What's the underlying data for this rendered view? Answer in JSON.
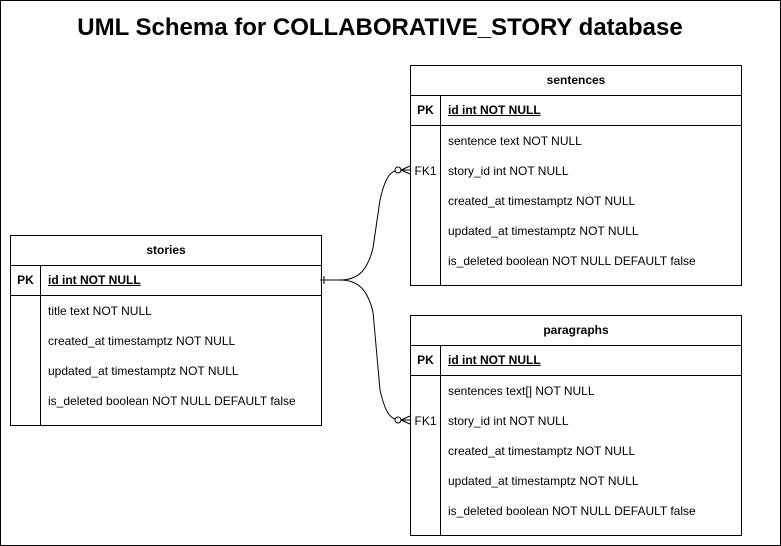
{
  "title": "UML Schema for COLLABORATIVE_STORY database",
  "entities": {
    "stories": {
      "name": "stories",
      "pk_label": "PK",
      "pk_field": "id int NOT NULL",
      "fields": [
        {
          "key": "",
          "text": "title text NOT NULL"
        },
        {
          "key": "",
          "text": "created_at timestamptz NOT NULL"
        },
        {
          "key": "",
          "text": "updated_at timestamptz NOT NULL"
        },
        {
          "key": "",
          "text": "is_deleted boolean NOT NULL DEFAULT false"
        }
      ]
    },
    "sentences": {
      "name": "sentences",
      "pk_label": "PK",
      "pk_field": "id int NOT NULL",
      "fields": [
        {
          "key": "",
          "text": "sentence text NOT NULL"
        },
        {
          "key": "FK1",
          "text": "story_id int NOT NULL"
        },
        {
          "key": "",
          "text": "created_at timestamptz NOT NULL"
        },
        {
          "key": "",
          "text": "updated_at timestamptz NOT NULL"
        },
        {
          "key": "",
          "text": "is_deleted boolean NOT NULL DEFAULT false"
        }
      ]
    },
    "paragraphs": {
      "name": "paragraphs",
      "pk_label": "PK",
      "pk_field": "id int NOT NULL",
      "fields": [
        {
          "key": "",
          "text": "sentences text[] NOT NULL"
        },
        {
          "key": "FK1",
          "text": "story_id int NOT NULL"
        },
        {
          "key": "",
          "text": "created_at timestamptz NOT NULL"
        },
        {
          "key": "",
          "text": "updated_at timestamptz NOT NULL"
        },
        {
          "key": "",
          "text": "is_deleted boolean NOT NULL DEFAULT false"
        }
      ]
    }
  },
  "relationships": [
    {
      "from": "stories",
      "to": "sentences",
      "from_end": "one",
      "to_end": "zero-or-many"
    },
    {
      "from": "stories",
      "to": "paragraphs",
      "from_end": "one",
      "to_end": "zero-or-many"
    }
  ]
}
